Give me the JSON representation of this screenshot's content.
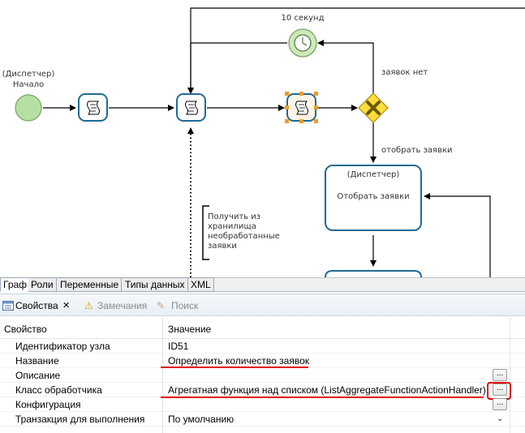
{
  "diagram": {
    "start_role": "(Диспетчер)",
    "start_label": "Начало",
    "timer_label": "10 секунд",
    "no_requests_label": "заявок нет",
    "select_requests_label": "отобрать заявки",
    "task_role": "(Диспетчер)",
    "task_name": "Отобрать заявки",
    "annotation_lines": [
      "Получить из",
      "хранилища",
      "необработанные",
      "заявки"
    ]
  },
  "editor_tabs": [
    "Граф",
    "Роли",
    "Переменные",
    "Типы данных",
    "XML"
  ],
  "view_tabs": {
    "properties": "Свойства",
    "remarks": "Замечания",
    "search": "Поиск"
  },
  "properties": {
    "col_property": "Свойство",
    "col_value": "Значение",
    "rows": [
      {
        "name": "Идентификатор узла",
        "value": "ID51"
      },
      {
        "name": "Название",
        "value": "Определить количество заявок"
      },
      {
        "name": "Описание",
        "value": ""
      },
      {
        "name": "Класс обработчика",
        "value": "Агрегатная функция над списком (ListAggregateFunctionActionHandler)"
      },
      {
        "name": "Конфигурация",
        "value": ""
      },
      {
        "name": "Транзакция для выполнения",
        "value": "По умолчанию"
      }
    ],
    "ellipsis": "..."
  },
  "colors": {
    "task_border": "#1f6b96",
    "start_fill": "#b6e0a1",
    "timer_fill": "#cfe8b9",
    "gateway_fill": "#ffde3b",
    "selection": "#f39a25",
    "highlight": "#e00000"
  }
}
